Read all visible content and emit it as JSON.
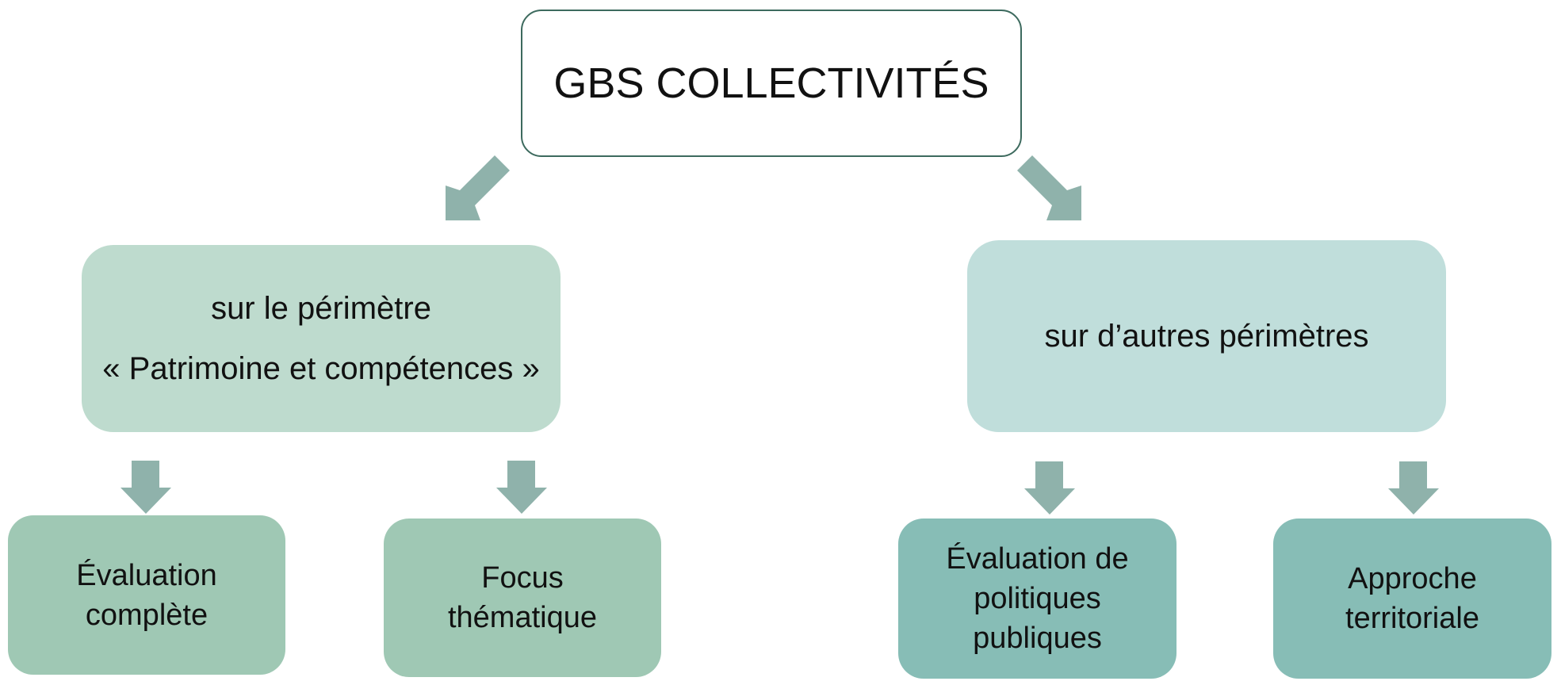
{
  "colors": {
    "root_border": "#3d6a5e",
    "mid_left_fill": "#bedbce",
    "mid_right_fill": "#c0dedb",
    "leaf_left_fill": "#9fc8b4",
    "leaf_right_fill": "#87bdb6",
    "arrow": "#8fb2ab"
  },
  "root": {
    "title": "GBS COLLECTIVITÉS"
  },
  "branches": [
    {
      "lines": [
        "sur le périmètre",
        "« Patrimoine et compétences »"
      ],
      "children": [
        {
          "lines": [
            "Évaluation",
            "complète"
          ]
        },
        {
          "lines": [
            "Focus",
            "thématique"
          ]
        }
      ]
    },
    {
      "lines": [
        "sur d’autres périmètres"
      ],
      "children": [
        {
          "lines": [
            "Évaluation de",
            "politiques",
            "publiques"
          ]
        },
        {
          "lines": [
            "Approche",
            "territoriale"
          ]
        }
      ]
    }
  ]
}
